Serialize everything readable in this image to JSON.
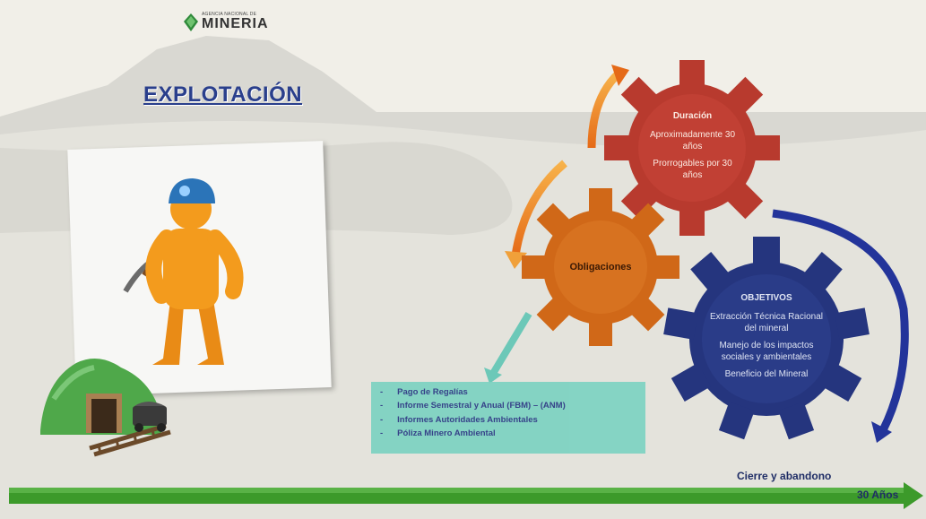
{
  "logo": {
    "small_text": "AGENCIA NACIONAL DE",
    "big_text": "MINERIA"
  },
  "title": "EXPLOTACIÓN",
  "gears": {
    "duration": {
      "heading": "Duración",
      "line1": "Aproximadamente 30 años",
      "line2": "Prorrogables por 30 años",
      "color": "#b83a2e"
    },
    "obligations": {
      "label": "Obligaciones",
      "color": "#d06818"
    },
    "objectives": {
      "heading": "OBJETIVOS",
      "items": [
        "Extracción Técnica Racional del mineral",
        "Manejo de los impactos sociales y ambientales",
        "Beneficio del Mineral"
      ],
      "color": "#25357e"
    }
  },
  "obligations_list": [
    "Pago de Regalías",
    "Informe Semestral y Anual (FBM) – (ANM)",
    "Informes Autoridades Ambientales",
    "Póliza Minero Ambiental"
  ],
  "timeline": {
    "closure_label": "Cierre y abandono",
    "end_label": "30 Años",
    "color": "#3c9a2a"
  }
}
